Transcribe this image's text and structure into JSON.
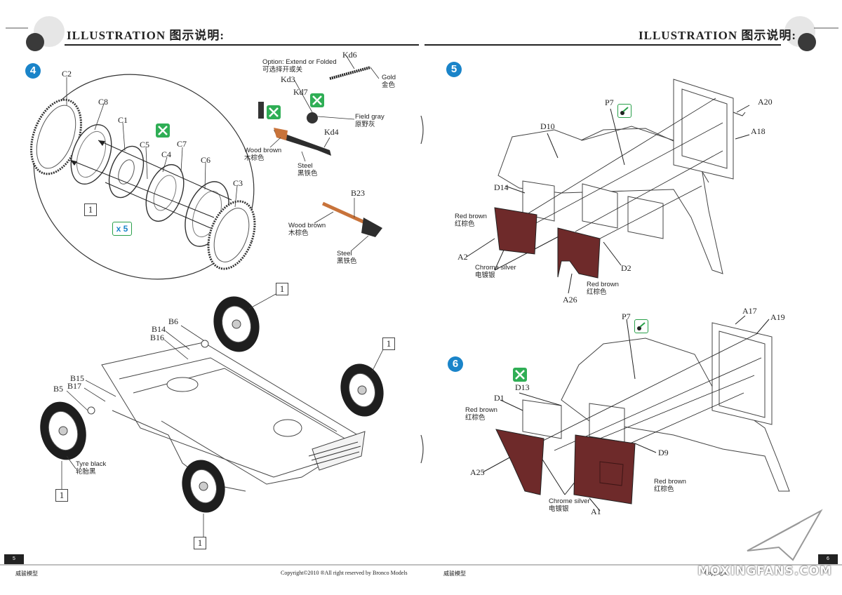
{
  "header": {
    "left_title": "ILLUSTRATION 图示说明:",
    "right_title": "ILLUSTRATION 图示说明:"
  },
  "steps": [
    {
      "number": "4",
      "parts": [
        "C2",
        "C8",
        "C1",
        "C5",
        "C4",
        "C7",
        "C6",
        "C3",
        "Kd6",
        "Kd3",
        "Kd7",
        "Kd4",
        "B23",
        "B6",
        "B14",
        "B16",
        "B15",
        "B17",
        "B5"
      ],
      "qty_box": "1",
      "multiplier": "x 5",
      "notes": {
        "option_en": "Option: Extend or Folded",
        "option_cn": "可选择开或关",
        "gold_en": "Gold",
        "gold_cn": "金色",
        "fieldgray_en": "Field gray",
        "fieldgray_cn": "原野灰",
        "woodbrown_en": "Wood brown",
        "woodbrown_cn": "木棕色",
        "steel_en": "Steel",
        "steel_cn": "黑铁色",
        "woodbrown2_en": "Wood brown",
        "woodbrown2_cn": "木棕色",
        "steel2_en": "Steel",
        "steel2_cn": "黑铁色",
        "tyre_en": "Tyre black",
        "tyre_cn": "轮胎黑"
      },
      "wheel_boxes": [
        "1",
        "1",
        "1",
        "1"
      ]
    },
    {
      "number": "5",
      "parts": [
        "P7",
        "A20",
        "D10",
        "A18",
        "D14",
        "A2",
        "D2",
        "A26"
      ],
      "notes": {
        "redbrown_en": "Red brown",
        "redbrown_cn": "红棕色",
        "chrome_en": "Chrome silver",
        "chrome_cn": "电镀银",
        "redbrown2_en": "Red brown",
        "redbrown2_cn": "红棕色"
      }
    },
    {
      "number": "6",
      "parts": [
        "P7",
        "A17",
        "A19",
        "D13",
        "D1",
        "D9",
        "A25",
        "A1"
      ],
      "notes": {
        "redbrown_en": "Red brown",
        "redbrown_cn": "红棕色",
        "chrome_en": "Chrome silver",
        "chrome_cn": "电镀银",
        "redbrown2_en": "Red brown",
        "redbrown2_cn": "红棕色"
      }
    }
  ],
  "footer": {
    "left_page": "5",
    "right_page": "6",
    "left_brand": "威骏模型",
    "copyright": "Copyright©2010  ®All right reserved by Bronco Models",
    "right_brand": "威骏模型",
    "right_copyright_partial": "Copyright",
    "watermark": "MOXINGFANS.COM"
  },
  "colors": {
    "step_badge": "#1a84c9",
    "panel_red_brown": "#6e2a2a",
    "wood_brown": "#c8733a",
    "icon_green": "#2fae55"
  }
}
